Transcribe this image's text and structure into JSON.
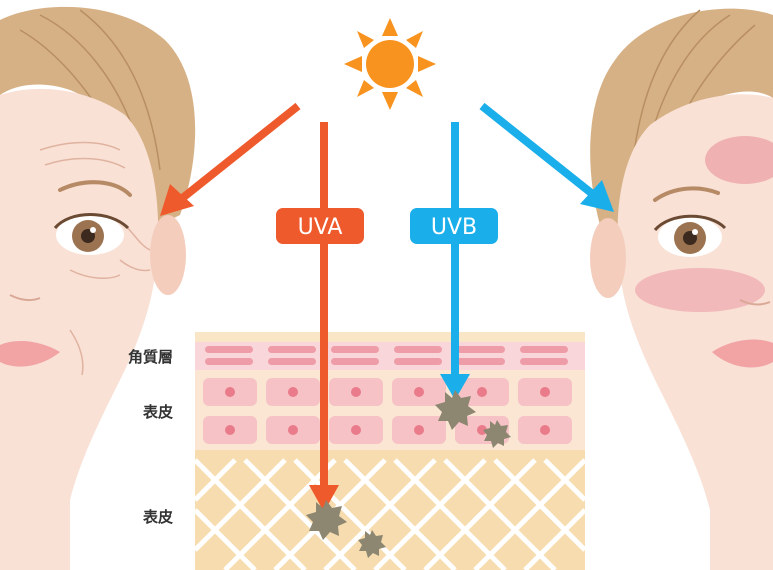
{
  "rays": {
    "uva": {
      "label": "UVA",
      "color": "#ee5a2c"
    },
    "uvb": {
      "label": "UVB",
      "color": "#1aaeea"
    }
  },
  "layers": {
    "stratum_corneum": "角質層",
    "epidermis": "表皮",
    "dermis": "表皮"
  },
  "colors": {
    "sun": "#f7931e",
    "skin": "#f9e1d6",
    "hair": "#d7b186",
    "dermis": "#f6dcae",
    "corneum": "#f6c7cd",
    "cell": "#f5c2c6",
    "damage": "#8d8670"
  }
}
